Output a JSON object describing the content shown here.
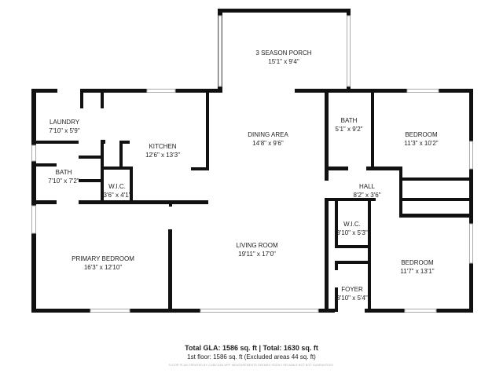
{
  "rooms": [
    {
      "name": "3 SEASON PORCH",
      "size": "15'1\" x 9'4\""
    },
    {
      "name": "LAUNDRY",
      "size": "7'10\" x 5'9\""
    },
    {
      "name": "KITCHEN",
      "size": "12'6\" x 13'3\""
    },
    {
      "name": "DINING AREA",
      "size": "14'8\" x 9'6\""
    },
    {
      "name": "BATH",
      "size": "5'1\" x 9'2\""
    },
    {
      "name": "BEDROOM",
      "size": "11'3\" x 10'2\""
    },
    {
      "name": "BATH",
      "size": "7'10\" x 7'2\""
    },
    {
      "name": "W.I.C.",
      "size": "3'6\" x 4'1\""
    },
    {
      "name": "HALL",
      "size": "8'2\" x 3'6\""
    },
    {
      "name": "W.I.C.",
      "size": "3'10\" x 5'3\""
    },
    {
      "name": "PRIMARY BEDROOM",
      "size": "16'3\" x 12'10\""
    },
    {
      "name": "LIVING ROOM",
      "size": "19'11\" x 17'0\""
    },
    {
      "name": "BEDROOM",
      "size": "11'7\" x 13'1\""
    },
    {
      "name": "FOYER",
      "size": "3'10\" x 5'4\""
    }
  ],
  "footer": {
    "totals": "Total GLA: 1586 sq. ft | Total: 1630 sq. ft",
    "floor": "1st floor: 1586 sq. ft (Excluded areas 44 sq. ft)",
    "credit": "FLOOR PLAN CREATED BY CUBICASA APP. MEASUREMENTS DEEMED HIGHLY RELIABLE BUT NOT GUARANTEED."
  },
  "colors": {
    "wall": "#111111",
    "window": "#bbbbbb"
  }
}
